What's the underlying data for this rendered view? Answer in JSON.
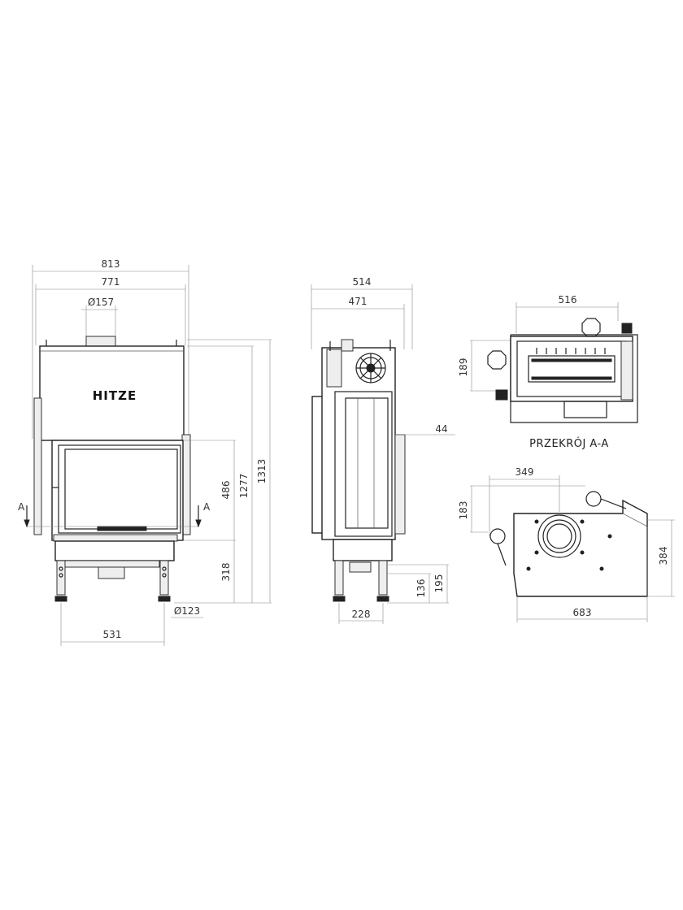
{
  "brand": "HITZE",
  "section_label": "PRZEKRÓJ A-A",
  "section_marker": "A",
  "front_view": {
    "width_outer": "813",
    "width_inner": "771",
    "flue_diameter": "Ø157",
    "height_total": "1313",
    "height_body": "1277",
    "door_height": "486",
    "base_height": "318",
    "air_diameter": "Ø123",
    "legs_width": "531"
  },
  "side_view": {
    "depth_outer": "514",
    "depth_inner": "471",
    "door_offset": "44",
    "leg_depth": "228",
    "air_inlet_height": "136",
    "base_top_height": "195"
  },
  "section_view": {
    "width": "516",
    "depth": "189"
  },
  "top_view": {
    "flue_offset": "349",
    "flue_depth": "183",
    "depth": "384",
    "width": "683"
  }
}
